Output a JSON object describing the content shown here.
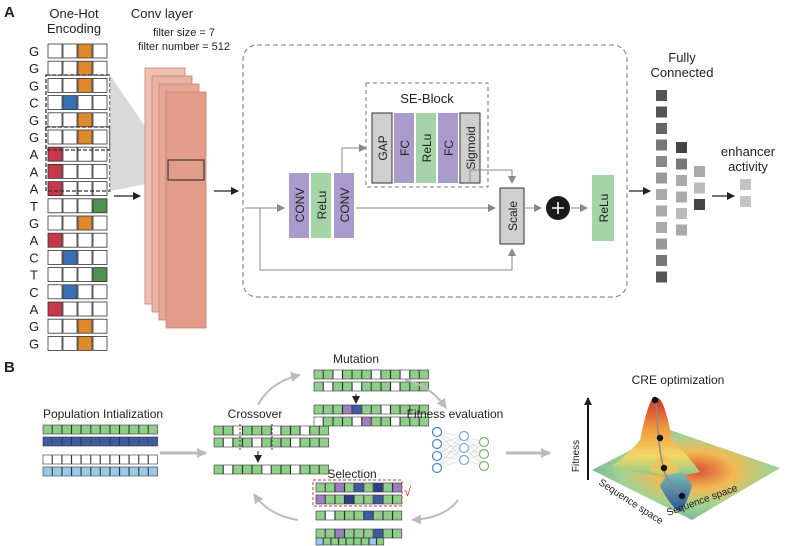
{
  "panel_a": {
    "label": "A",
    "onehot_title_1": "One-Hot",
    "onehot_title_2": "Encoding",
    "sequence": [
      "G",
      "G",
      "G",
      "C",
      "G",
      "G",
      "A",
      "A",
      "A",
      "T",
      "G",
      "A",
      "C",
      "T",
      "C",
      "A",
      "G",
      "G"
    ],
    "conv_title": "Conv layer",
    "conv_filter_size": "filter size = 7",
    "conv_filter_number": "filter number = 512",
    "se_block_title": "SE-Block",
    "gap": "GAP",
    "fc1": "FC",
    "relu_se": "ReLu",
    "fc2": "FC",
    "sigmoid": "Sigmoid",
    "conv1": "CONV",
    "relu1": "ReLu",
    "conv2": "CONV",
    "scale": "Scale",
    "relu_out": "ReLu",
    "fc_title_1": "Fully",
    "fc_title_2": "Connected",
    "output_1": "enhancer",
    "output_2": "activity",
    "colors": {
      "A": "#c8384a",
      "C": "#3a6fb5",
      "G": "#e08a2e",
      "T": "#4f9150"
    }
  },
  "panel_b": {
    "label": "B",
    "population": "Population Intialization",
    "crossover": "Crossover",
    "mutation": "Mutation",
    "fitness_eval": "Fitness evaluation",
    "selection": "Selection",
    "dots": "...",
    "cre": "CRE optimization",
    "fitness_axis": "Fitness",
    "seq_space_1": "Sequence space",
    "seq_space_2": "Sequence space",
    "check": "√"
  }
}
